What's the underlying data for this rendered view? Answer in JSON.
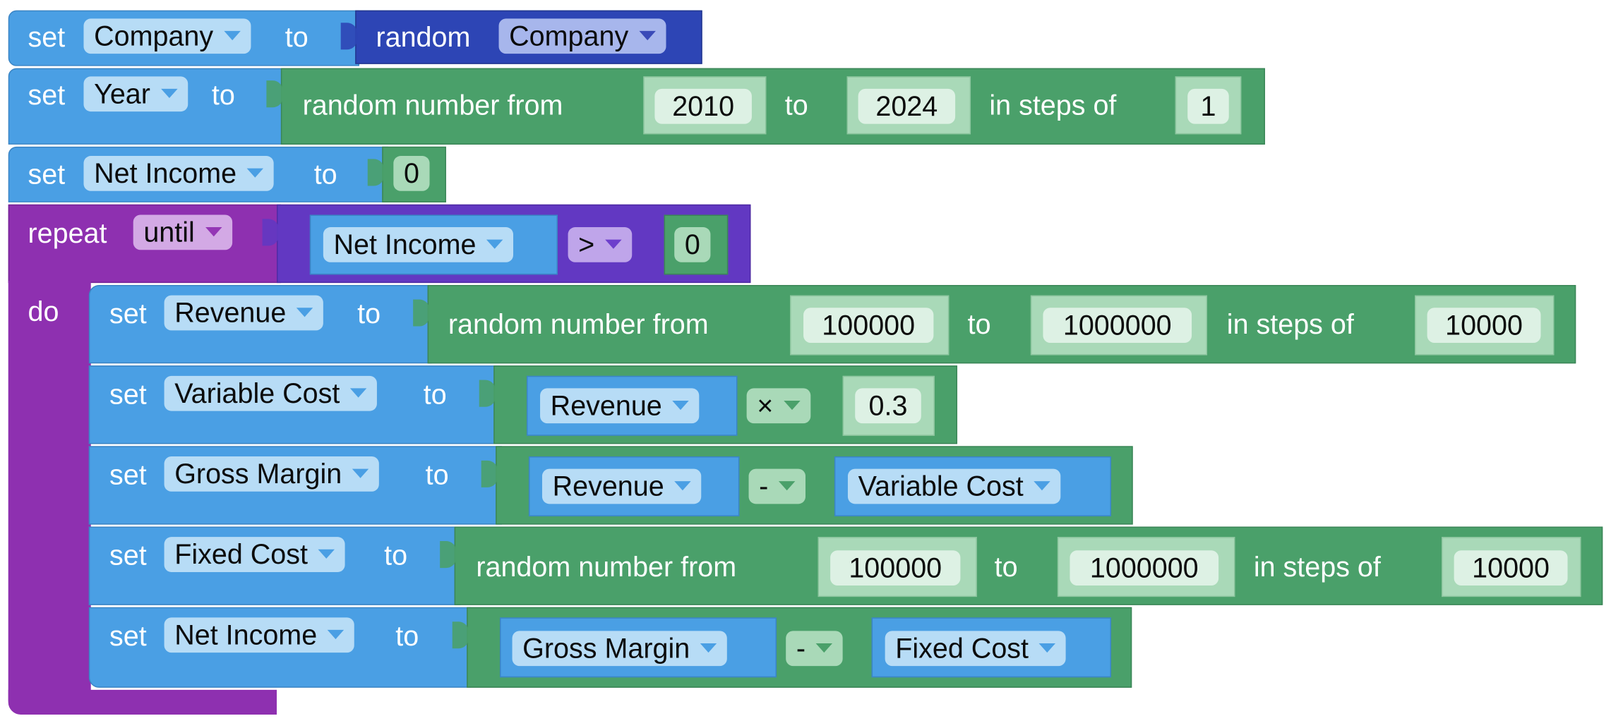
{
  "kw": {
    "set": "set",
    "to": "to",
    "repeat": "repeat",
    "do": "do",
    "random": "random",
    "random_number_from": "random number from",
    "in_steps_of": "in steps of"
  },
  "vars": {
    "company": "Company",
    "year": "Year",
    "net_income": "Net Income",
    "revenue": "Revenue",
    "variable_cost": "Variable Cost",
    "gross_margin": "Gross Margin",
    "fixed_cost": "Fixed Cost"
  },
  "ops": {
    "until": "until",
    "gt": ">",
    "times": "×",
    "minus": "-"
  },
  "values": {
    "year_from": "2010",
    "year_to": "2024",
    "year_step": "1",
    "net_income_init": "0",
    "compare_zero": "0",
    "rev_from": "100000",
    "rev_to": "1000000",
    "rev_step": "10000",
    "var_rate": "0.3",
    "fc_from": "100000",
    "fc_to": "1000000",
    "fc_step": "10000"
  },
  "colors": {
    "variable_block": "#4a9fe4",
    "math_block": "#4aa06a",
    "loop_block": "#8e30b0",
    "compare_block": "#6238c2",
    "random_block": "#2d45b5"
  }
}
